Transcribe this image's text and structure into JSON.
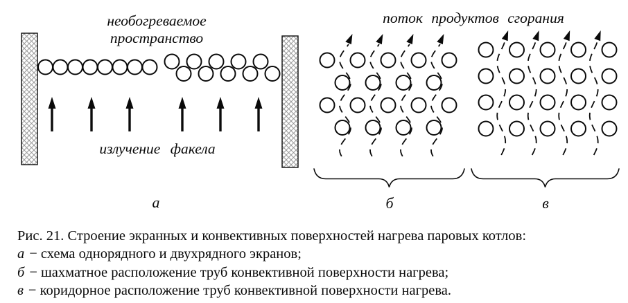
{
  "figure": {
    "section_a": {
      "label": "а",
      "top_caption_line1": "необогреваемое",
      "top_caption_line2": "пространство",
      "bottom_caption": "излучение факела",
      "single_row_tube_count": 8,
      "double_row_tube_count": 10
    },
    "gas_flow_caption": "поток продуктов сгорания",
    "section_b": {
      "label": "б",
      "rows": 4,
      "tube_count": 18
    },
    "section_v": {
      "label": "в",
      "rows": 4,
      "columns": 5,
      "tube_count": 20
    }
  },
  "caption": {
    "title": "Рис. 21. Строение экранных и конвективных поверхностей нагрева паровых котлов:",
    "items": [
      {
        "marker": "а",
        "text": "− схема однорядного и двухрядного экранов;"
      },
      {
        "marker": "б",
        "text": "− шахматное расположение труб конвективной поверхности нагрева;"
      },
      {
        "marker": "в",
        "text": "− коридорное расположение труб конвективной поверхности нагрева."
      }
    ]
  },
  "colors": {
    "ink": "#0a0a0a",
    "paper": "#ffffff",
    "hatch": "#9a9a9a"
  }
}
